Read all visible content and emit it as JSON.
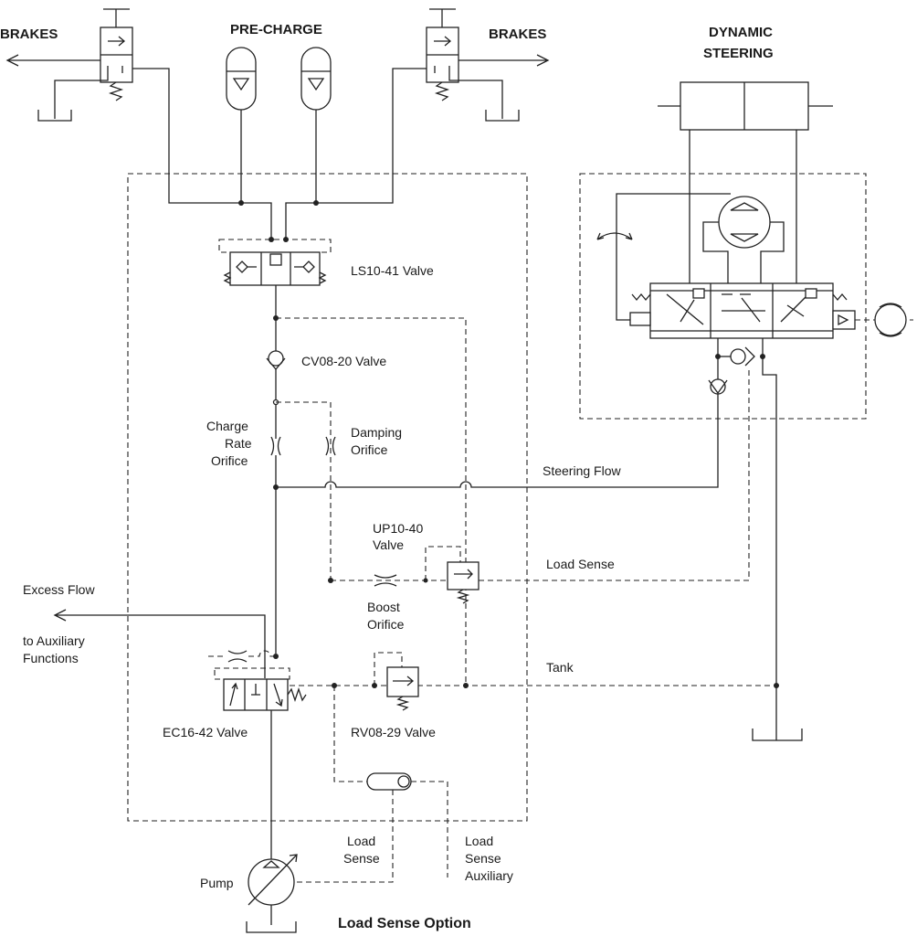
{
  "labels": {
    "brakes_left": "BRAKES",
    "pre_charge": "PRE-CHARGE",
    "brakes_right": "BRAKES",
    "dynamic": "DYNAMIC",
    "steering": "STEERING",
    "ls10_41": "LS10-41 Valve",
    "cv08_20": "CV08-20 Valve",
    "charge": "Charge",
    "rate": "Rate",
    "orifice": "Orifice",
    "damping": "Damping",
    "damping_orifice": "Orifice",
    "steering_flow": "Steering Flow",
    "up10_40": "UP10-40",
    "up_valve": "Valve",
    "load_sense": "Load Sense",
    "excess_flow": "Excess Flow",
    "boost": "Boost",
    "boost_orifice": "Orifice",
    "to_aux": "to Auxiliary",
    "functions": "Functions",
    "tank": "Tank",
    "ec16_42": "EC16-42 Valve",
    "rv08_29": "RV08-29 Valve",
    "load_b": "Load",
    "sense_b": "Sense",
    "load_c": "Load",
    "sense_c": "Sense",
    "auxiliary": "Auxiliary",
    "pump": "Pump",
    "title": "Load Sense Option"
  }
}
